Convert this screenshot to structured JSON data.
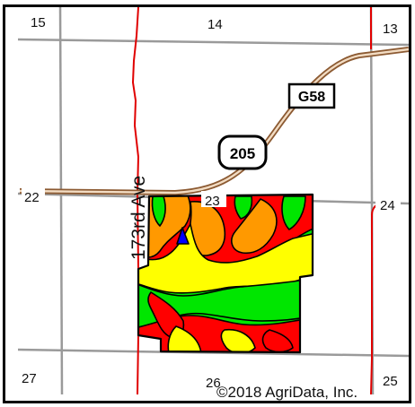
{
  "map": {
    "section_numbers": {
      "top_left": "15",
      "top_center": "14",
      "top_right": "13",
      "middle_left": "22",
      "middle_center": "23",
      "middle_right": "24",
      "bottom_left": "27",
      "bottom_center": "26",
      "bottom_right": "25"
    },
    "road_name": "173rd Ave",
    "shields": {
      "county_route": "G58",
      "state_route": "205"
    },
    "copyright": "©2018 AgriData, Inc."
  },
  "colors": {
    "frame": "#000000",
    "section_line": "#9a9a9a",
    "paved_road": "#e00000",
    "highway_fill": "#f2dcc3",
    "highway_edge": "#8c5a32",
    "soil_red": "#ff0000",
    "soil_orange": "#ff9900",
    "soil_yellow": "#ffff00",
    "soil_green": "#00e600",
    "soil_blue": "#0000ff"
  }
}
